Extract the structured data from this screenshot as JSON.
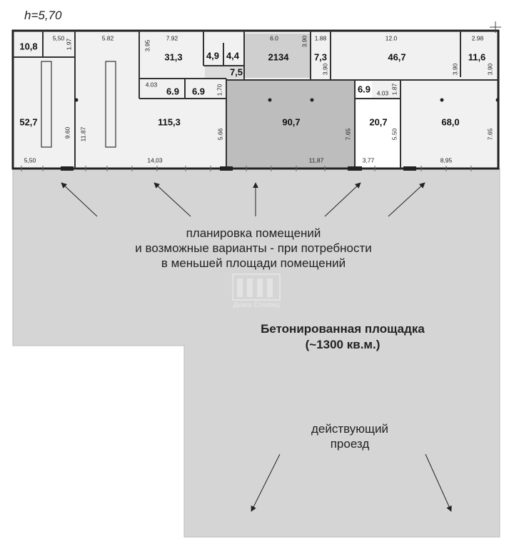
{
  "height_label": "h=5,70",
  "rooms": [
    {
      "id": "r1",
      "area": "10,8"
    },
    {
      "id": "r2",
      "area": "52,7"
    },
    {
      "id": "r3",
      "area": "115,3"
    },
    {
      "id": "r4",
      "area": "31,3"
    },
    {
      "id": "r5",
      "area": "4,9"
    },
    {
      "id": "r6",
      "area": "4,4"
    },
    {
      "id": "r7",
      "area": "7,5"
    },
    {
      "id": "r8",
      "area": "2134"
    },
    {
      "id": "r9",
      "area": "6.9"
    },
    {
      "id": "r10",
      "area": "6.9"
    },
    {
      "id": "r11",
      "area": "90,7"
    },
    {
      "id": "r12",
      "area": "7,3"
    },
    {
      "id": "r13",
      "area": "46,7"
    },
    {
      "id": "r14",
      "area": "11,6"
    },
    {
      "id": "r15",
      "area": "6.9"
    },
    {
      "id": "r16",
      "area": "20,7"
    },
    {
      "id": "r17",
      "area": "68,0"
    }
  ],
  "dimensions": {
    "top_5_50": "5,50",
    "v_1_97": "1.97",
    "top_5_82": "5.82",
    "top_7_92": "7.92",
    "v_3_95": "3.95",
    "top_6_0": "6.0",
    "v_3_90_a": "3.90",
    "top_1_88": "1.88",
    "top_12_0": "12.0",
    "top_2_98": "2.98",
    "v_3_90_b": "3.90",
    "v_3_90_c": "3.90",
    "v_3_90_d": "3.90",
    "d_4_03_a": "4.03",
    "v_1_70": "1.70",
    "d_4_03_b": "4.03",
    "v_1_87": "1.87",
    "v_9_60": "9.60",
    "v_11_87": "11.87",
    "v_5_66": "5.66",
    "v_7_65_a": "7.65",
    "v_5_50": "5.50",
    "v_7_65_b": "7.65",
    "bottom_5_50": "5,50",
    "bottom_14_03": "14,03",
    "bottom_11_87": "11,87",
    "bottom_3_77": "3,77",
    "bottom_8_95": "8,95"
  },
  "captions": {
    "plan_line1": "планировка помещений",
    "plan_line2": "и возможные варианты - при потребности",
    "plan_line3": "в меньшей площади помещений",
    "site_line1": "Бетонированная площадка",
    "site_line2": "(~1300 кв.м.)",
    "road_line1": "действующий",
    "road_line2": "проезд"
  },
  "watermark_text": "Дома Столиц",
  "colors": {
    "yard": "#d5d5d5",
    "room": "#f1f1f1",
    "dark_room": "#bdbdbd",
    "wall": "#222222"
  }
}
